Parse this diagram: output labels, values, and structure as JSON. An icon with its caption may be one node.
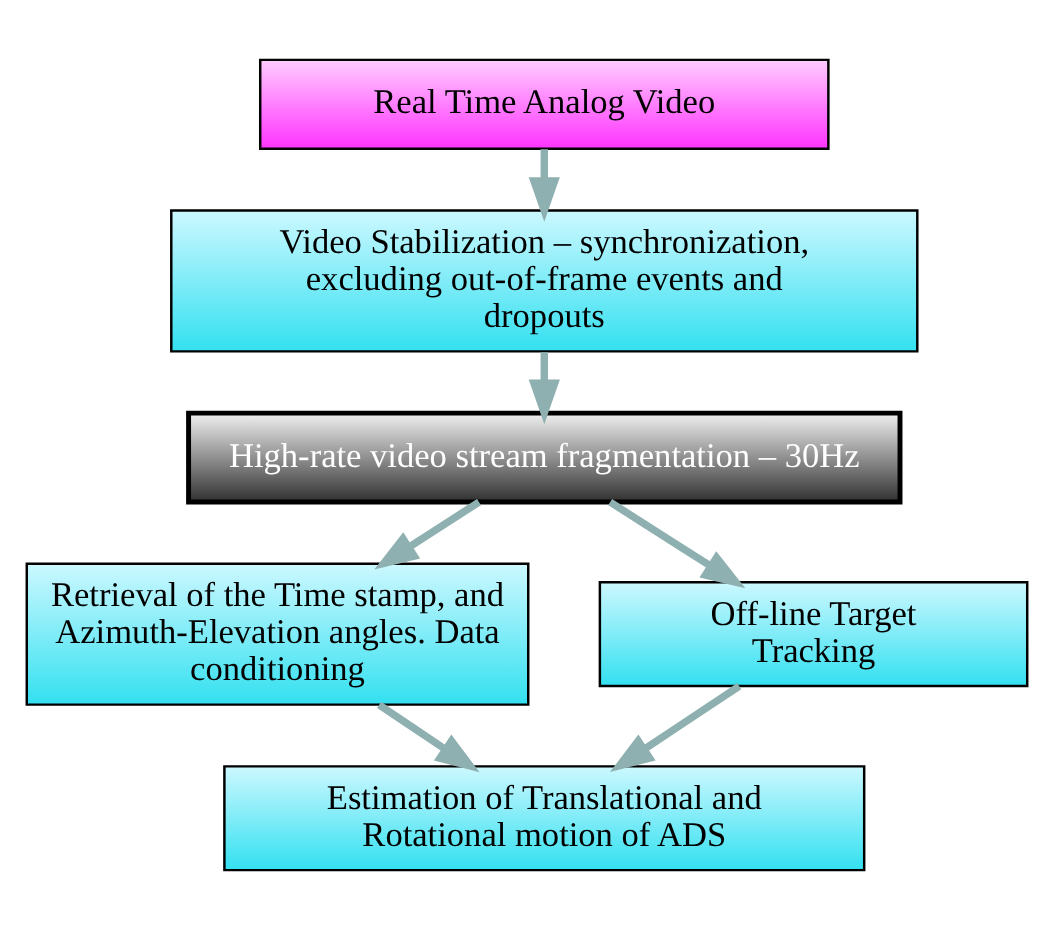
{
  "diagram": {
    "nodes": [
      {
        "text": [
          "Real Time Analog Video"
        ]
      },
      {
        "text": [
          "Video Stabilization – synchronization, excluding out-of-frame events and dropouts"
        ]
      },
      {
        "text": [
          "High-rate video stream fragmentation – 30Hz"
        ]
      },
      {
        "text": [
          "Retrieval of the Time stamp, and Azimuth-Elevation angles. Data conditioning"
        ]
      },
      {
        "text": [
          "Off-line Target Tracking"
        ]
      },
      {
        "text": [
          "Estimation of Translational and Rotational motion of ADS"
        ]
      }
    ],
    "edges": [
      {
        "from": 0,
        "to": 1,
        "arrow": "to"
      },
      {
        "from": 1,
        "to": 2,
        "arrow": "to"
      },
      {
        "from": 2,
        "to": 3,
        "arrow": "to"
      },
      {
        "from": 2,
        "to": 4,
        "arrow": "to"
      },
      {
        "from": 3,
        "to": 5,
        "arrow": "to"
      },
      {
        "from": 4,
        "to": 5,
        "arrow": "to"
      }
    ]
  }
}
